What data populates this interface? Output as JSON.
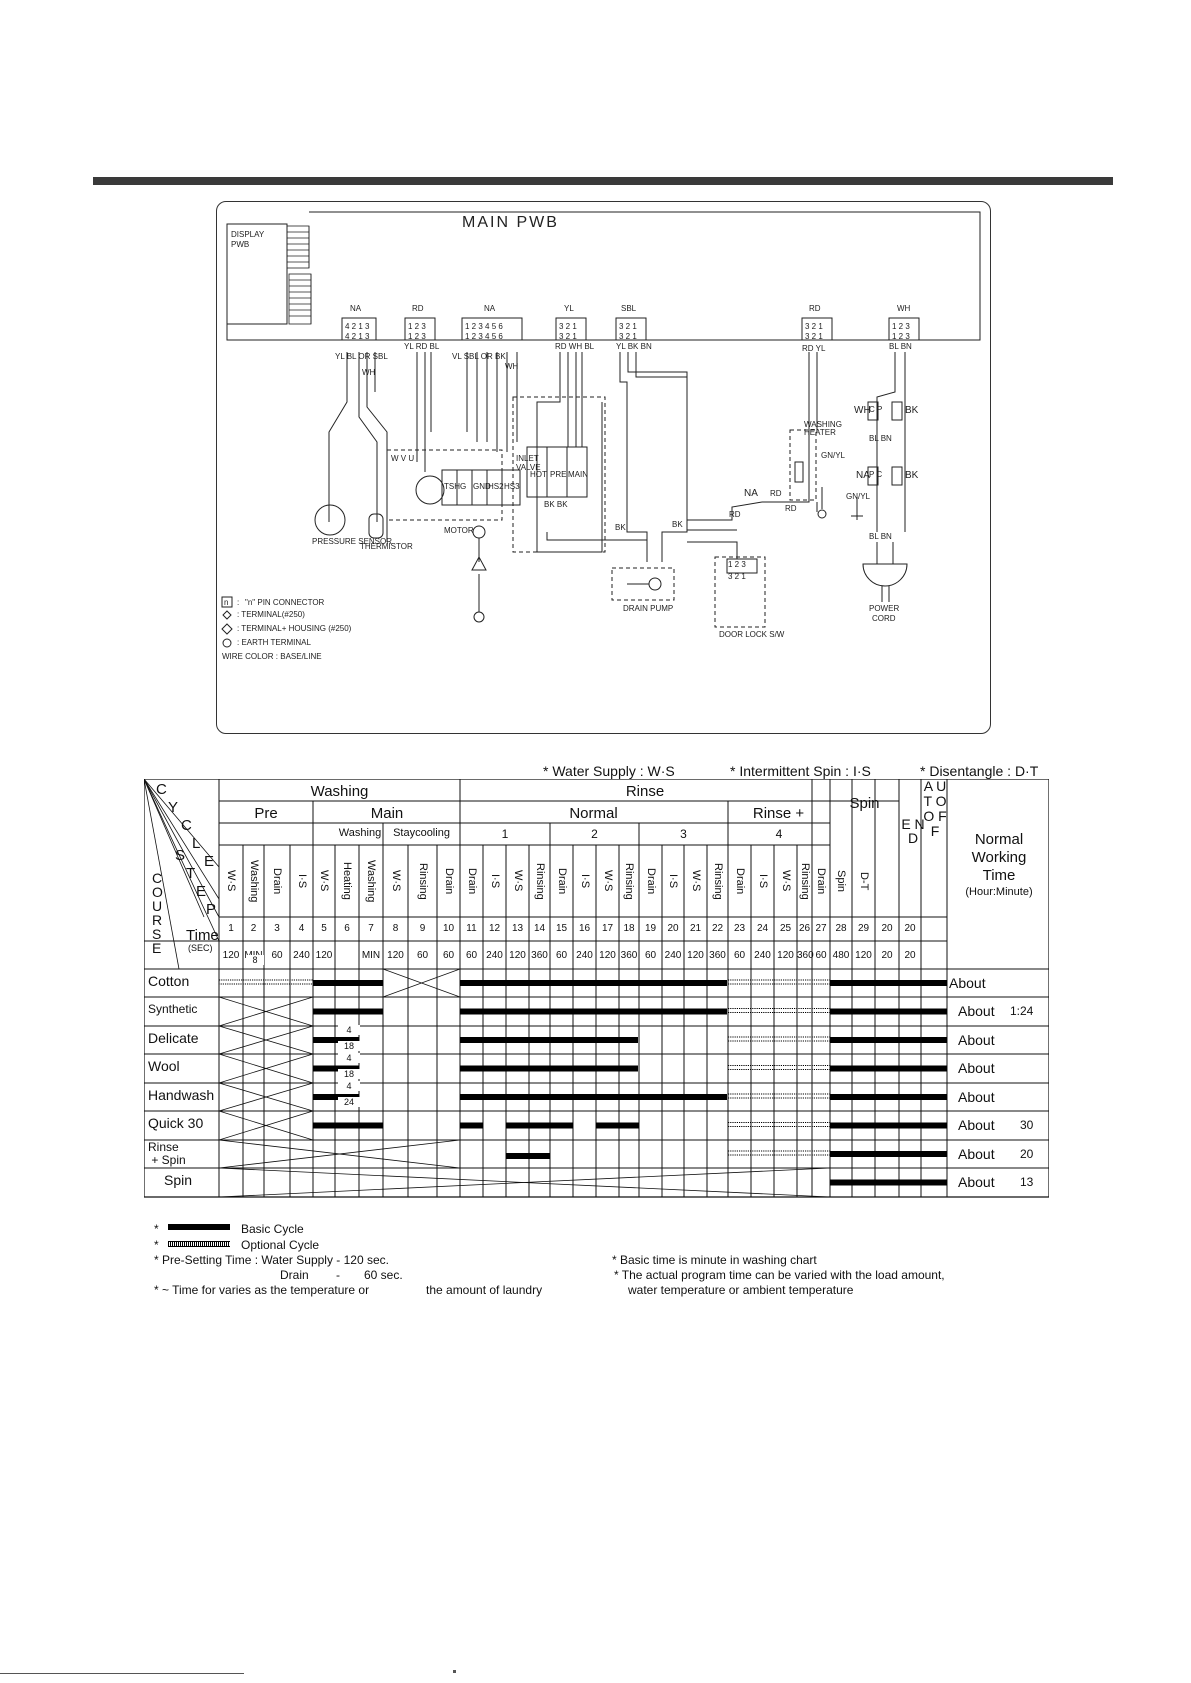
{
  "wiring": {
    "main_pwb": "MAIN PWB",
    "display_pwb_line1": "DISPLAY",
    "display_pwb_line2": "PWB",
    "connectors": [
      {
        "color": "NA",
        "pins": "4 2 1 3"
      },
      {
        "color": "RD",
        "pins": "1 2 3"
      },
      {
        "color": "NA",
        "pins": "1 2 3 4 5 6"
      },
      {
        "color": "YL",
        "pins": "3 2 1"
      },
      {
        "color": "SBL",
        "pins": "3 2 1"
      },
      {
        "color": "RD",
        "pins": "3 2 1"
      },
      {
        "color": "WH",
        "pins": "1 2 3"
      }
    ],
    "wire_labels": {
      "na1": "YL  BL OR SBL",
      "na1_wh": "WH",
      "rd1": "YL RD BL",
      "na2": "VL  SBL OR  BK",
      "na2_wh": "WH",
      "yl": "RD WH BL",
      "sbl": "YL BK BN",
      "rd2": "RD    YL",
      "wh": "BL    BN"
    },
    "components": {
      "pressure_sensor": "PRESSURE SENSOR",
      "thermistor": "THERMISTOR",
      "motor": "MOTOR",
      "motor_wvu": "W V U",
      "motor_pins": [
        "TSH",
        "G",
        "GND",
        "HS2",
        "HS3"
      ],
      "inlet_valve_1": "INLET",
      "inlet_valve_2": "VALVE",
      "valve_labels": [
        "HOT",
        "PRE",
        "MAIN"
      ],
      "bk_bk": "BK  BK",
      "drain_pump": "DRAIN PUMP",
      "door_lock": "DOOR LOCK S/W",
      "washing_heater_1": "WASHING",
      "washing_heater_2": "HEATER",
      "power_cord_1": "POWER",
      "power_cord_2": "CORD",
      "gn_yl_1": "GN/YL",
      "gn_yl_2": "GN/YL",
      "na_rd": "NA",
      "rd_a": "RD",
      "rd_b": "RD",
      "rd_c": "RD",
      "bk_a": "BK",
      "bk_b": "BK",
      "bl_bn_a": "BL   BN",
      "bl_bn_b": "BL   BN",
      "wh_cp_bk": "WH",
      "bk_right1": "BK",
      "na_pc_bk": "NA",
      "bk_right2": "BK",
      "cp": "C P",
      "pc": "P C",
      "door_pins": "1 2 3",
      "door_pins2": "3 2 1"
    },
    "legend": [
      "\"n\" PIN CONNECTOR",
      ": TERMINAL(#250)",
      ": TERMINAL+ HOUSING (#250)",
      ": EARTH TERMINAL",
      "WIRE COLOR : BASE/LINE"
    ],
    "legend_n": "n",
    "legend_n_colon": ":"
  },
  "chart": {
    "abbrev": {
      "ws": "* Water Supply : W·S",
      "is": "* Intermittent Spin : I·S",
      "dt": "* Disentangle : D·T"
    },
    "header": {
      "washing": "Washing",
      "rinse": "Rinse",
      "spin": "Spin",
      "end": "E N D",
      "autooff": "A U T O O F F",
      "pre": "Pre",
      "main": "Main",
      "normal": "Normal",
      "rinse_plus": "Rinse +",
      "main_washing": "Washing",
      "staycooling": "Staycooling",
      "r1": "1",
      "r2": "2",
      "r3": "3",
      "r4": "4",
      "normal_working_1": "Normal",
      "normal_working_2": "Working",
      "normal_working_3": "Time",
      "normal_working_4": "(Hour:Minute)"
    },
    "corner": {
      "cycle": [
        "C",
        "Y",
        "C",
        "L",
        "E"
      ],
      "step": [
        "S",
        "T",
        "E",
        "P"
      ],
      "course": [
        "C",
        "O",
        "U",
        "R",
        "S",
        "E"
      ],
      "time": "Time",
      "sec": "(SEC)"
    },
    "step_names": [
      "W·S",
      "Washing",
      "Drain",
      "I·S",
      "W·S",
      "Heating",
      "Washing",
      "W·S",
      "Rinsing",
      "Drain",
      "Drain",
      "I·S",
      "W·S",
      "Rinsing",
      "Drain",
      "I·S",
      "W·S",
      "Rinsing",
      "Drain",
      "I·S",
      "W·S",
      "Rinsing",
      "Drain",
      "I·S",
      "W·S",
      "Rinsing",
      "Drain",
      "Spin",
      "D-T",
      "E N D",
      "A U T O O F F"
    ],
    "step_numbers": [
      "1",
      "2",
      "3",
      "4",
      "5",
      "6",
      "7",
      "8",
      "9",
      "10",
      "11",
      "12",
      "13",
      "14",
      "15",
      "16",
      "17",
      "18",
      "19",
      "20",
      "21",
      "22",
      "23",
      "24",
      "25",
      "26",
      "27",
      "28",
      "29",
      "20",
      "20"
    ],
    "times": [
      "120",
      "MIN",
      "60",
      "240",
      "120",
      "",
      "MIN",
      "120",
      "60",
      "60",
      "60",
      "240",
      "120",
      "360",
      "60",
      "240",
      "120",
      "360",
      "60",
      "240",
      "120",
      "360",
      "60",
      "240",
      "120",
      "360",
      "60",
      "480",
      "120",
      "20",
      "20"
    ],
    "courses": [
      {
        "name": "Cotton",
        "about": "About",
        "value": ""
      },
      {
        "name": "Synthetic",
        "about": "About",
        "value": "1:24"
      },
      {
        "name": "Delicate",
        "about": "About",
        "value": ""
      },
      {
        "name": "Wool",
        "about": "About",
        "value": ""
      },
      {
        "name": "Handwash",
        "about": "About",
        "value": ""
      },
      {
        "name": "Quick 30",
        "about": "About",
        "value": "30"
      },
      {
        "name": "Rinse\n + Spin",
        "about": "About",
        "value": "20"
      },
      {
        "name": "Spin",
        "about": "About",
        "value": "13"
      }
    ],
    "cell_numbers": {
      "cotton_8": "8",
      "del_4": "4",
      "del_18": "18",
      "wool_4": "4",
      "wool_18": "18",
      "hand_4": "4",
      "hand_24": "24"
    }
  },
  "legend": {
    "basic": "Basic Cycle",
    "optional": "Optional Cycle",
    "star1": "*",
    "star2": "*",
    "presetting": "* Pre-Setting Time : Water Supply - 120 sec.",
    "drain_label": "Drain",
    "drain_dash": "-",
    "drain_value": "60 sec.",
    "varies_a": "* ~ Time for varies as the temperature or",
    "varies_b": "the amount of laundry",
    "basic_time": "* Basic time is minute in washing chart",
    "actual_1": "* The actual program time can be varied with the load amount,",
    "actual_2": "water temperature or ambient temperature"
  }
}
